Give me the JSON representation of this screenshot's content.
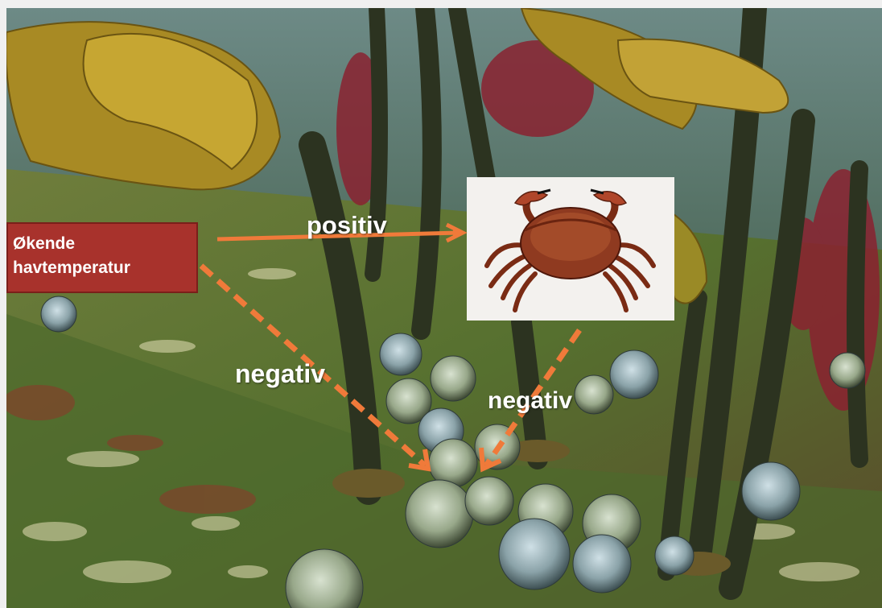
{
  "diagram": {
    "source_box": {
      "lines": [
        "Økende",
        "havtemperatur"
      ],
      "color": "#a8322c"
    },
    "target_crab": {
      "icon": "crab-icon"
    },
    "edges": [
      {
        "from": "source_box",
        "to": "target_crab",
        "label": "positiv",
        "style": "solid",
        "color": "#f07a3a"
      },
      {
        "from": "source_box",
        "to": "sea-urchins",
        "label": "negativ",
        "style": "dashed",
        "color": "#f07a3a"
      },
      {
        "from": "target_crab",
        "to": "sea-urchins",
        "label": "negativ",
        "style": "dashed",
        "color": "#f07a3a"
      }
    ]
  }
}
